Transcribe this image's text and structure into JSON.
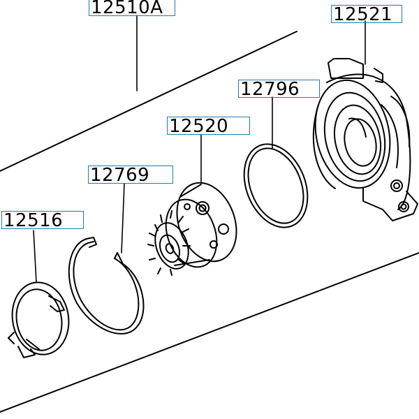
{
  "diagram": {
    "parts": [
      {
        "key": "turbo_cartridge_assembly",
        "number": "12510A"
      },
      {
        "key": "compressor_housing",
        "number": "12521"
      },
      {
        "key": "o_ring",
        "number": "12796"
      },
      {
        "key": "cartridge",
        "number": "12520"
      },
      {
        "key": "snap_ring",
        "number": "12769"
      },
      {
        "key": "clamp_band",
        "number": "12516"
      }
    ],
    "colors": {
      "label_border": "#1e7ba8",
      "line_art": "#000000",
      "background": "#ffffff"
    }
  }
}
